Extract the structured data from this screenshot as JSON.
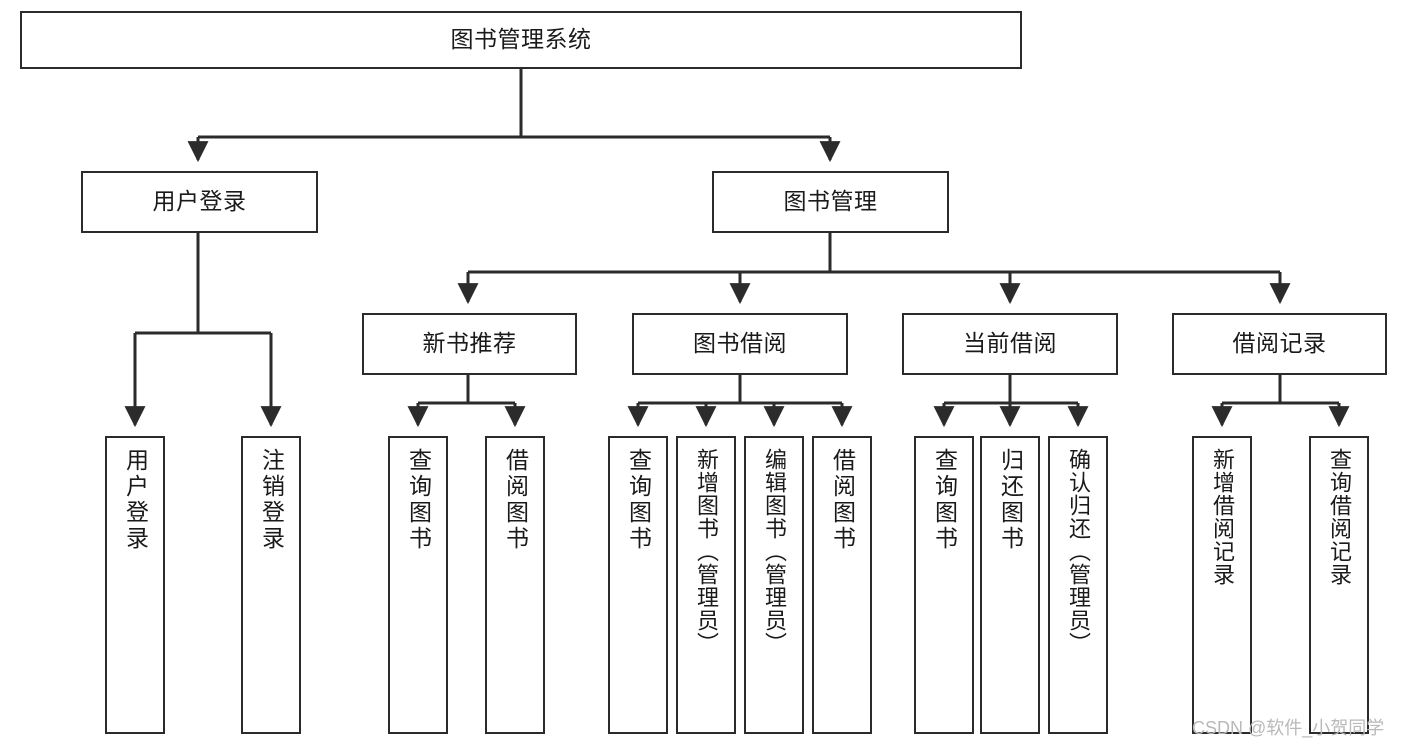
{
  "diagram": {
    "type": "tree-hierarchy",
    "title": "图书管理系统",
    "watermark": "CSDN @软件_小贺同学",
    "colors": {
      "box_border": "#2b2b2b",
      "box_fill": "#ffffff",
      "connector": "#2b2b2b",
      "text": "#1a1a1a",
      "watermark": "#b9b9b9"
    },
    "nodes": {
      "root": {
        "label": "图书管理系统"
      },
      "level2": [
        {
          "id": "user-login",
          "label": "用户登录"
        },
        {
          "id": "book-manage",
          "label": "图书管理"
        }
      ],
      "level3": [
        {
          "id": "new-book-recommend",
          "label": "新书推荐"
        },
        {
          "id": "book-borrow",
          "label": "图书借阅"
        },
        {
          "id": "current-borrow",
          "label": "当前借阅"
        },
        {
          "id": "borrow-record",
          "label": "借阅记录"
        }
      ],
      "leaves": {
        "user_login": [
          {
            "id": "leaf-user-login",
            "label": "用户登录"
          },
          {
            "id": "leaf-logout",
            "label": "注销登录"
          }
        ],
        "new_book_recommend": [
          {
            "id": "leaf-query-book-1",
            "label": "查询图书"
          },
          {
            "id": "leaf-borrow-book-1",
            "label": "借阅图书"
          }
        ],
        "book_borrow": [
          {
            "id": "leaf-query-book-2",
            "label": "查询图书"
          },
          {
            "id": "leaf-add-book",
            "label": "新增图书（管理员）"
          },
          {
            "id": "leaf-edit-book",
            "label": "编辑图书（管理员）"
          },
          {
            "id": "leaf-borrow-book-2",
            "label": "借阅图书"
          }
        ],
        "current_borrow": [
          {
            "id": "leaf-query-book-3",
            "label": "查询图书"
          },
          {
            "id": "leaf-return-book",
            "label": "归还图书"
          },
          {
            "id": "leaf-confirm-return",
            "label": "确认归还（管理员）"
          }
        ],
        "borrow_record": [
          {
            "id": "leaf-add-record",
            "label": "新增借阅记录"
          },
          {
            "id": "leaf-query-record",
            "label": "查询借阅记录"
          }
        ]
      }
    }
  }
}
